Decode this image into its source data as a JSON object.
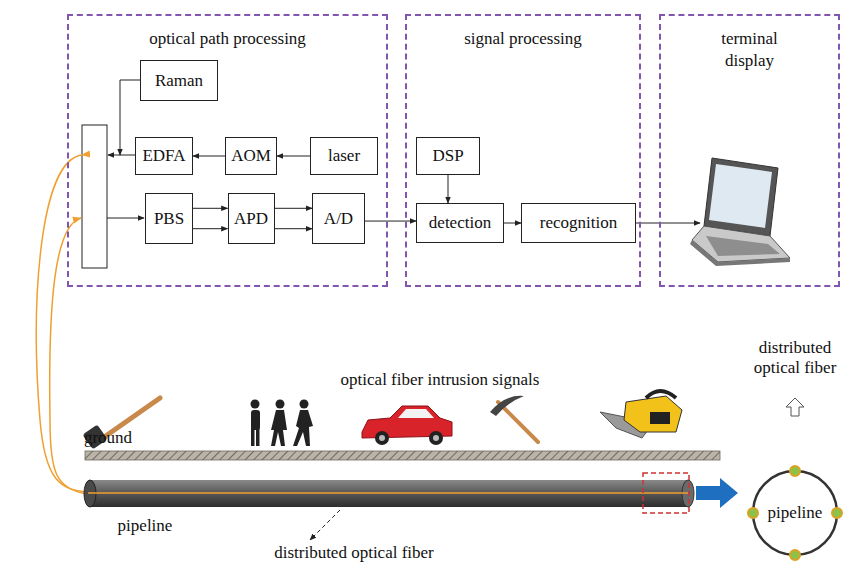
{
  "diagram": {
    "nodes": [
      {
        "text": [
          "optical path processing"
        ]
      },
      {
        "text": [
          "Raman"
        ],
        "in": 0
      },
      {
        "text": [
          "EDFA"
        ],
        "in": 0
      },
      {
        "text": [
          "AOM"
        ],
        "in": 0
      },
      {
        "text": [
          "laser"
        ],
        "in": 0
      },
      {
        "text": [
          "PBS"
        ],
        "in": 0
      },
      {
        "text": [
          "APD"
        ],
        "in": 0
      },
      {
        "text": [
          "A/D"
        ],
        "in": 0
      },
      {
        "text": [
          "signal processing"
        ]
      },
      {
        "text": [
          "DSP"
        ],
        "in": 8
      },
      {
        "text": [
          "detection"
        ],
        "in": 8
      },
      {
        "text": [
          "recognition"
        ],
        "in": 8
      },
      {
        "text": [
          "terminal display"
        ]
      },
      {
        "text": [
          "pipeline"
        ]
      }
    ],
    "edges": [
      {
        "from": 4,
        "to": 3,
        "arrow": "to"
      },
      {
        "from": 3,
        "to": 2,
        "arrow": "to"
      },
      {
        "from": 5,
        "to": 6,
        "arrow": "to"
      },
      {
        "from": 5,
        "to": 6,
        "arrow": "to"
      },
      {
        "from": 6,
        "to": 7,
        "arrow": "to"
      },
      {
        "from": 6,
        "to": 7,
        "arrow": "to"
      },
      {
        "from": 7,
        "to": 10,
        "arrow": "to"
      },
      {
        "from": 9,
        "to": 10,
        "arrow": "to"
      },
      {
        "from": 10,
        "to": 11,
        "arrow": "to"
      }
    ],
    "labels": [
      "optical fiber intrusion signals",
      "ground",
      "pipeline",
      "distributed optical fiber",
      "distributed optical fiber"
    ]
  }
}
